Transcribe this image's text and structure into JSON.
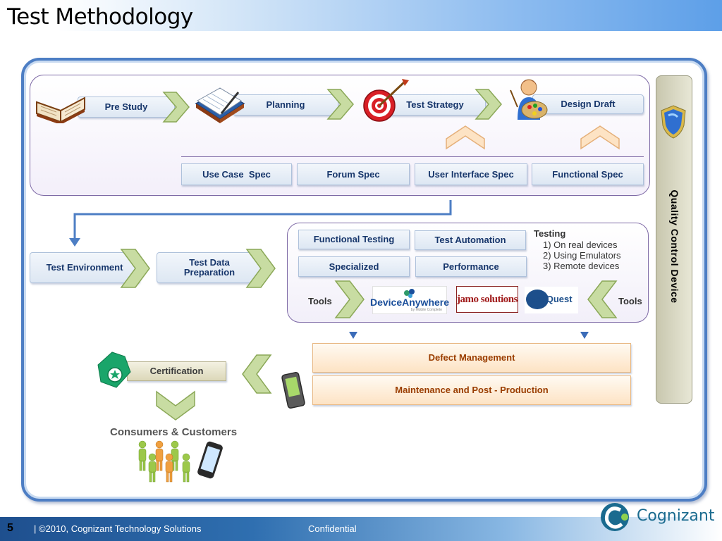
{
  "slide": {
    "title": "Test Methodology",
    "number": "5",
    "footer": "| ©2010, Cognizant Technology Solutions",
    "confidential": "Confidential",
    "brand": "Cognizant"
  },
  "top_flow": {
    "steps": [
      "Pre Study",
      "Planning",
      "Test Strategy",
      "Design Draft"
    ],
    "specs": [
      "Use Case  Spec",
      "Forum Spec",
      "User Interface Spec",
      "Functional Spec"
    ]
  },
  "left_flow": {
    "steps": [
      "Test Environment",
      "Test Data Preparation"
    ]
  },
  "testing_panel": {
    "boxes": [
      "Functional Testing",
      "Test Automation",
      "Specialized",
      "Performance"
    ],
    "testing_title": "Testing",
    "testing_items": [
      "1) On real devices",
      "2) Using Emulators",
      "3) Remote devices"
    ],
    "tools_left": "Tools",
    "tools_right": "Tools",
    "tool_logos": [
      "DeviceAnywhere",
      "jamo solutions",
      "test Quest"
    ],
    "tool_logo_tagline": "by Mobile Complete"
  },
  "bottom_flow": {
    "defect": "Defect Management",
    "maintenance": "Maintenance and Post - Production",
    "certification": "Certification",
    "consumers": "Consumers & Customers"
  },
  "side_bar": {
    "label": "Quality Control Device"
  },
  "colors": {
    "accent_blue": "#4d7ec4",
    "chevron_green": "#a6c56a",
    "panel_border": "#7e6aa6",
    "orange_text": "#9a3d00"
  }
}
